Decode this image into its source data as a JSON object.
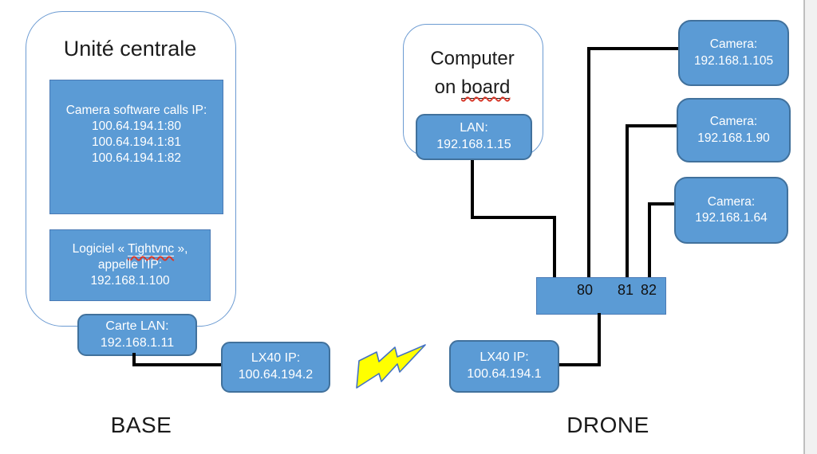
{
  "colors": {
    "box_fill": "#5B9BD5",
    "box_border_dark": "#41719C",
    "outline_border": "#6C9BD2",
    "wire": "#000000",
    "lightning_fill": "#FFFF00",
    "lightning_stroke": "#4472C4",
    "spellcheck_red": "#D83B2D"
  },
  "base": {
    "zone_label": "BASE",
    "unit_title": "Unité centrale",
    "camera_software_box": {
      "line1": "Camera software calls IP:",
      "line2": "100.64.194.1:80",
      "line3": "100.64.194.1:81",
      "line4": "100.64.194.1:82"
    },
    "logiciel_box": {
      "line1_prefix": "Logiciel « ",
      "underlined_word": "Tightvnc",
      "line1_suffix": " »,",
      "line2": "appelle l’IP:",
      "line3": "192.168.1.100"
    },
    "carte_lan_box": {
      "line1": "Carte LAN:",
      "line2": "192.168.1.11"
    },
    "lx40_box": {
      "line1": "LX40 IP:",
      "line2": "100.64.194.2"
    }
  },
  "drone": {
    "zone_label": "DRONE",
    "computer_box": {
      "line1": "Computer",
      "line2_prefix": "on ",
      "underlined_word": "board"
    },
    "lan_box": {
      "line1": "LAN:",
      "line2": "192.168.1.15"
    },
    "lx40_box": {
      "line1": "LX40 IP:",
      "line2": "100.64.194.1"
    },
    "switch_ports": [
      "80",
      "81",
      "82"
    ],
    "cameras": [
      {
        "line1": "Camera:",
        "line2": "192.168.1.105"
      },
      {
        "line1": "Camera:",
        "line2": "192.168.1.90"
      },
      {
        "line1": "Camera:",
        "line2": "192.168.1.64"
      }
    ]
  },
  "icons": {
    "lightning": "wireless-link"
  }
}
